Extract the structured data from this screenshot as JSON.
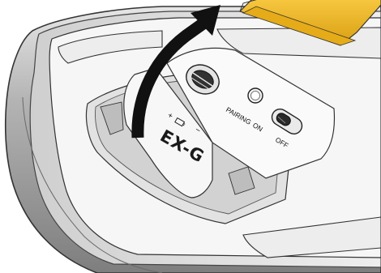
{
  "labels": {
    "pairing": "PAIRING",
    "on": "ON",
    "off": "OFF",
    "brand": "EX-G",
    "battery_plus": "+",
    "battery_minus": "−"
  },
  "colors": {
    "receiver": "#f2b81c",
    "receiver_shade": "#c8930e",
    "shell_outer": "#9a9a9a",
    "shell_inner": "#f4f4f4",
    "arrow": "#111111",
    "line": "#222222"
  },
  "icons": {
    "arrow": "curved-arrow-up",
    "receiver": "usb-receiver",
    "battery": "battery-symbol"
  }
}
